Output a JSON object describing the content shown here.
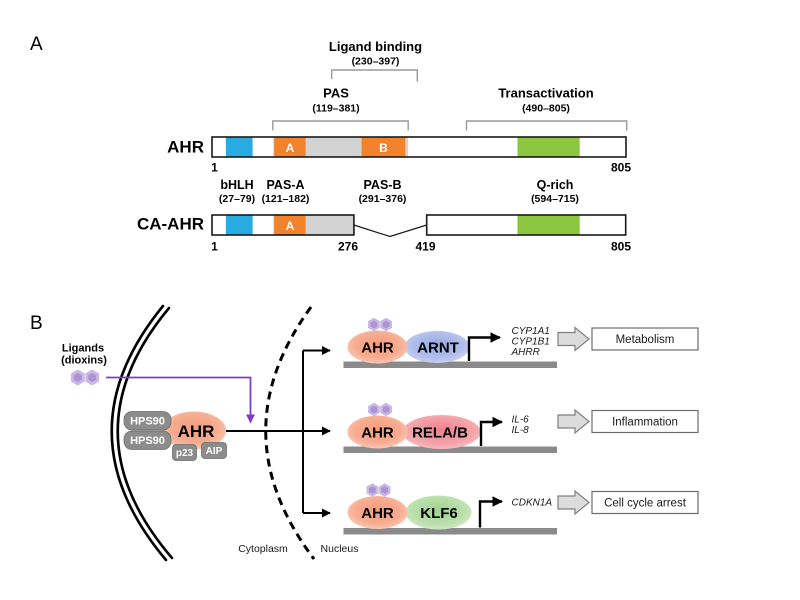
{
  "panelA": {
    "label": "A",
    "ligand_binding": {
      "title": "Ligand binding",
      "range": "(230–397)"
    },
    "pas": {
      "title": "PAS",
      "range": "(119–381)"
    },
    "transactivation": {
      "title": "Transactivation",
      "range": "(490–805)"
    },
    "ahr": {
      "name": "AHR",
      "start": "1",
      "end": "805",
      "box_a": "A",
      "box_b": "B"
    },
    "domain_labels": {
      "bhlh": {
        "title": "bHLH",
        "range": "(27–79)"
      },
      "pas_a": {
        "title": "PAS-A",
        "range": "(121–182)"
      },
      "pas_b": {
        "title": "PAS-B",
        "range": "(291–376)"
      },
      "q_rich": {
        "title": "Q-rich",
        "range": "(594–715)"
      }
    },
    "ca_ahr": {
      "name": "CA-AHR",
      "start": "1",
      "break_end": "276",
      "break_start": "419",
      "end": "805",
      "box_a": "A"
    },
    "colors": {
      "bhlh_blue": "#29ABE2",
      "pas_orange": "#F0832B",
      "pas_gray": "#D3D3D3",
      "qrich_green": "#8CC63E"
    }
  },
  "panelB": {
    "label": "B",
    "ligands": {
      "line1": "Ligands",
      "line2": "(dioxins)"
    },
    "cytosolic_complex": {
      "ahr": "AHR",
      "hsp90_top": "HPS90",
      "hsp90_bottom": "HPS90",
      "p23": "p23",
      "aip": "AIP"
    },
    "compartments": {
      "cytoplasm": "Cytoplasm",
      "nucleus": "Nucleus"
    },
    "complexes": [
      {
        "tf1": "AHR",
        "tf2": "ARNT",
        "genes": [
          "CYP1A1",
          "CYP1B1",
          "AHRR"
        ],
        "outcome": "Metabolism"
      },
      {
        "tf1": "AHR",
        "tf2": "RELA/B",
        "genes": [
          "IL-6",
          "IL-8"
        ],
        "outcome": "Inflammation"
      },
      {
        "tf1": "AHR",
        "tf2": "KLF6",
        "genes": [
          "CDKN1A"
        ],
        "outcome": "Cell cycle arrest"
      }
    ],
    "colors": {
      "ahr_salmon": "#F5A183",
      "arnt_blue": "#A9B6E8",
      "rela_pink": "#F2838E",
      "klf6_green": "#AEDA9F",
      "ligand_purple": "#C3B1E1",
      "arrow_purple": "#7B3FC4",
      "chaperone_gray": "#8C8C8C",
      "dna_gray": "#8A8A8A"
    }
  }
}
